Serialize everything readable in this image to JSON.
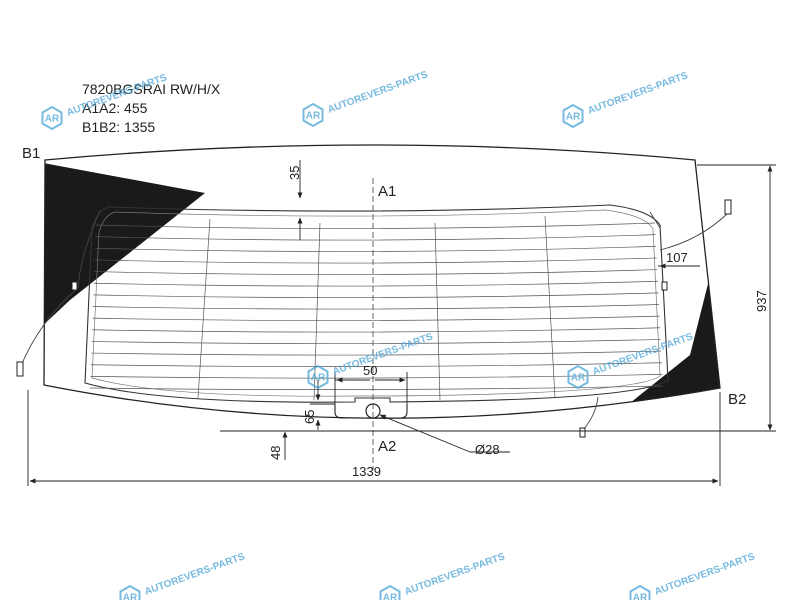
{
  "spec": {
    "part_code": "7820BGSRAI RW/H/X",
    "a1a2": "A1A2: 455",
    "b1b2": "B1B2: 1355"
  },
  "points": {
    "b1": "B1",
    "b2": "B2",
    "a1": "A1",
    "a2": "A2"
  },
  "dimensions": {
    "top_offset": "35",
    "side_offset": "107",
    "height": "937",
    "notch_width": "50",
    "notch_depth": "65",
    "bottom_offset": "48",
    "width": "1339",
    "hole_diameter": "Ø28"
  },
  "watermark": {
    "text": "AUTOREVERS-PARTS",
    "logo": "AR",
    "icon": "hexagon-logo-icon",
    "color": "#4aa3d6"
  },
  "colors": {
    "outline": "#222222",
    "blackout": "#1a1a1a",
    "heater": "#555555"
  }
}
